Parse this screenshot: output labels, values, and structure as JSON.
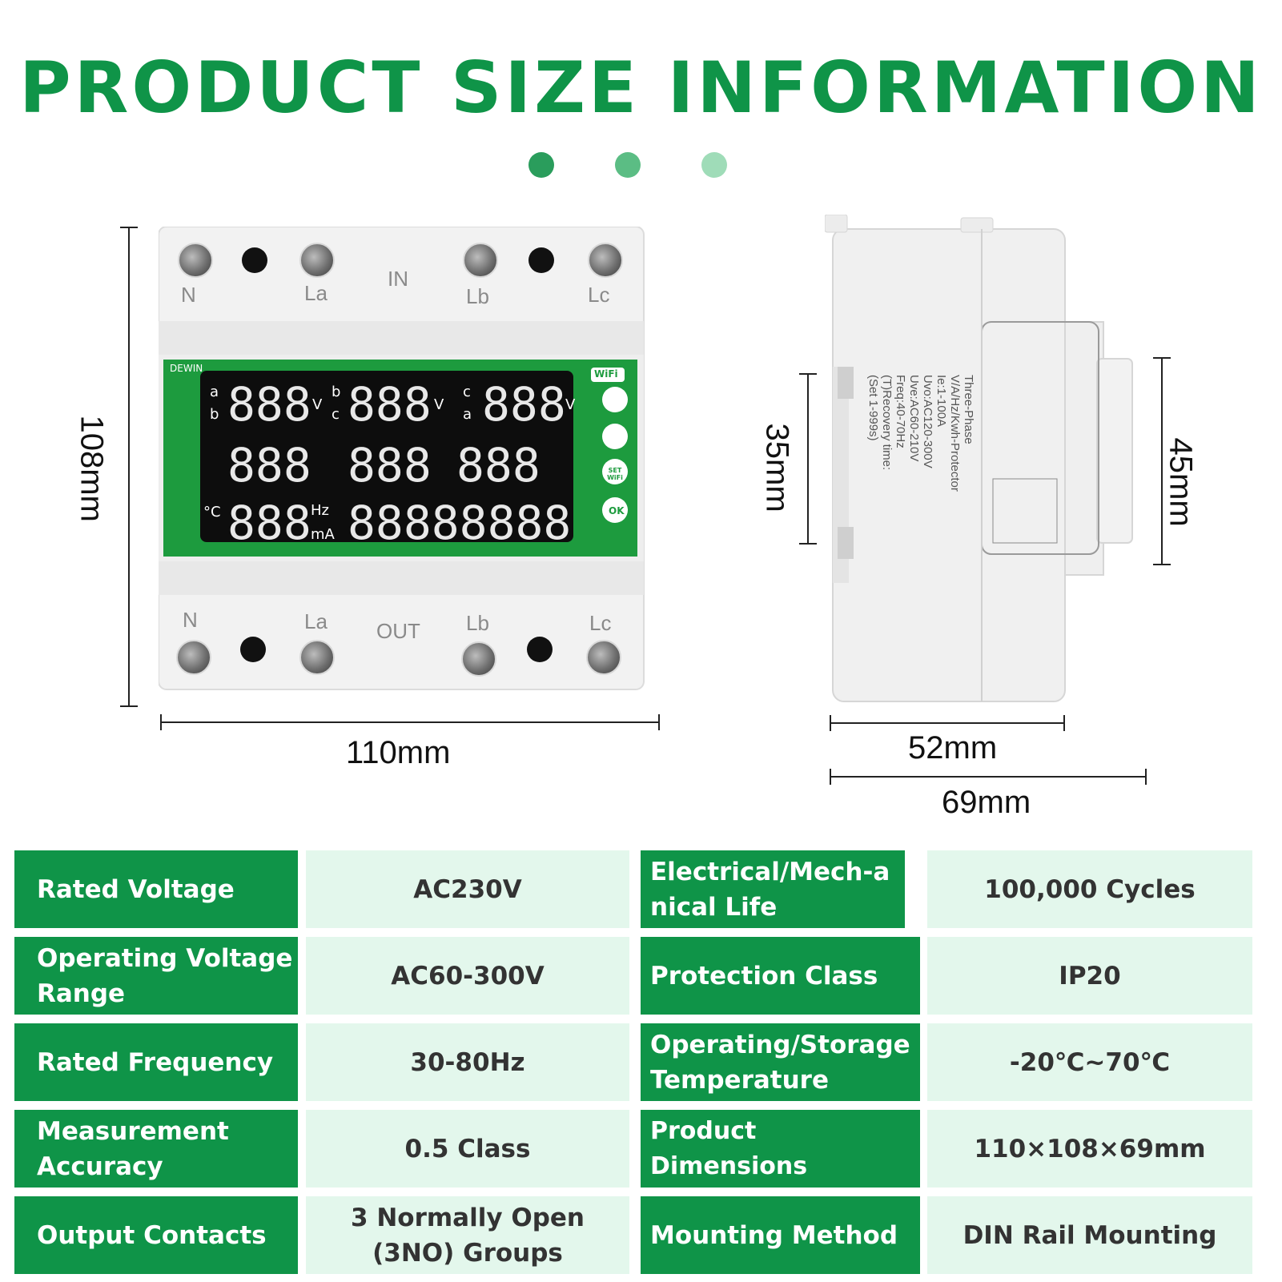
{
  "title": "PRODUCT SIZE INFORMATION",
  "colors": {
    "brand": "#0f9448",
    "dot1": "#2a9d5c",
    "dot2": "#5bbd84",
    "dot3": "#9fdcb8",
    "value_bg": "#e3f7ec"
  },
  "front_view": {
    "terminals_in": [
      "N",
      "La",
      "IN",
      "Lb",
      "Lc"
    ],
    "terminals_out": [
      "N",
      "La",
      "OUT",
      "Lb",
      "Lc"
    ],
    "brand": "DEWIN",
    "wifi": "WiFi",
    "set_wifi": "SET WiFi",
    "ok": "OK",
    "width_label": "110mm",
    "height_label": "108mm"
  },
  "side_view": {
    "label_lines": [
      "Three-Phase",
      "V/A/Hz/Kwh-Protector",
      "Ie:1-100A",
      "Uvo:AC120-300V",
      "Uve:AC60-210V",
      "Freq:40-70Hz",
      "(T)Recovery time:",
      "(Set 1-999s)"
    ],
    "depth_small": "52mm",
    "depth_total": "69mm",
    "rail_height": "35mm",
    "body_height": "45mm"
  },
  "specs": [
    {
      "label": "Rated Voltage",
      "value": "AC230V",
      "label2": "Electrical/Mech-anical Life",
      "value2": "100,000 Cycles"
    },
    {
      "label": "Operating Voltage Range",
      "value": "AC60-300V",
      "label2": "Protection Class",
      "value2": "IP20"
    },
    {
      "label": "Rated Frequency",
      "value": "30-80Hz",
      "label2": "Operating/Storage Temperature",
      "value2": "-20℃~70℃"
    },
    {
      "label": "Measurement Accuracy",
      "value": "0.5 Class",
      "label2": "Product Dimensions",
      "value2": "110×108×69mm"
    },
    {
      "label": "Output Contacts",
      "value": "3 Normally Open (3NO) Groups",
      "label2": "Mounting Method",
      "value2": "DIN Rail Mounting"
    }
  ]
}
